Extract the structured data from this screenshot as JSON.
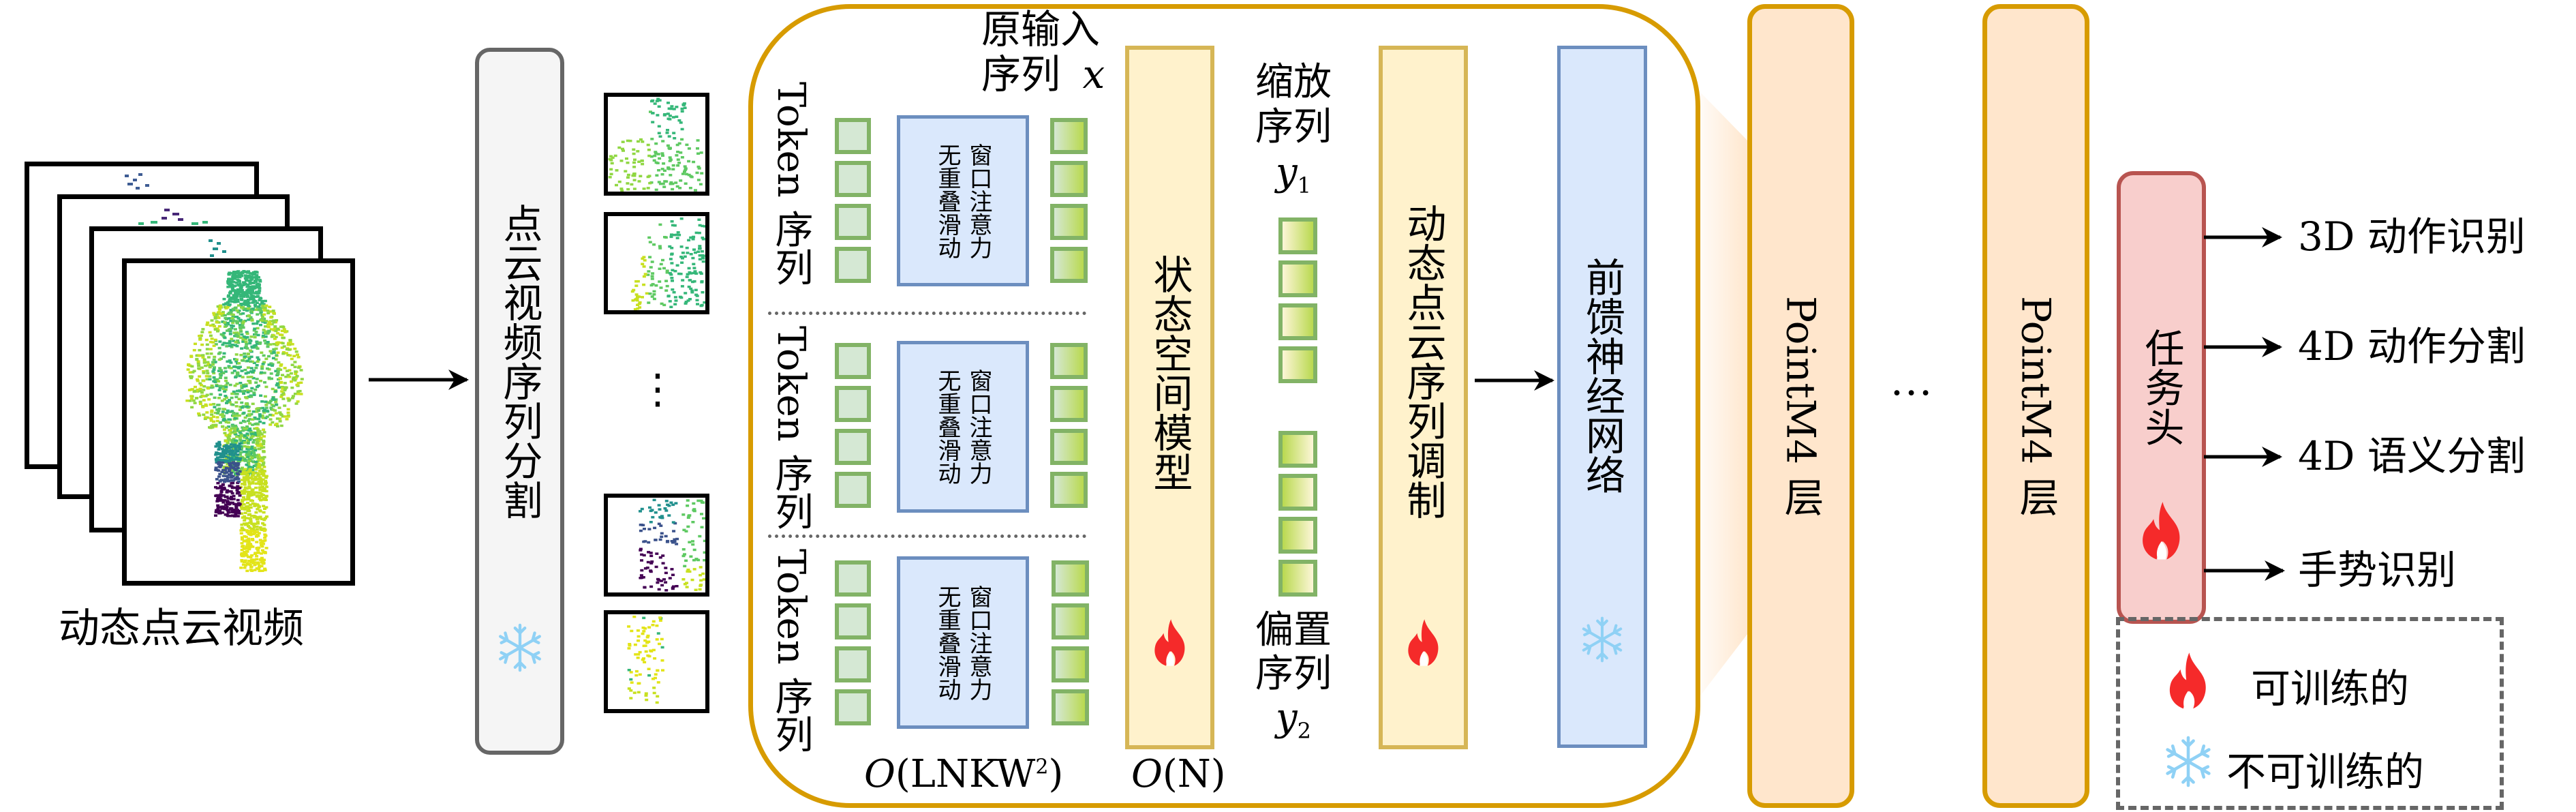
{
  "input": {
    "label": "动态点云视频"
  },
  "split": {
    "label": "点云视频序列分割",
    "status_icon": "snowflake-icon"
  },
  "patches": {
    "ellipsis": "⋮"
  },
  "block": {
    "token_rows": [
      {
        "label": "Token 序列",
        "attention": "无重叠滑动窗口注意力",
        "attention_lines": [
          "无重叠滑动",
          "窗口注意力"
        ]
      },
      {
        "label": "Token 序列",
        "attention": "无重叠滑动窗口注意力",
        "attention_lines": [
          "无重叠滑动",
          "窗口注意力"
        ]
      },
      {
        "label": "Token 序列",
        "attention": "无重叠滑动窗口注意力",
        "attention_lines": [
          "无重叠滑动",
          "窗口注意力"
        ]
      }
    ],
    "input_seq_label": [
      "原输入",
      "序列"
    ],
    "input_seq_var": "x",
    "attention_complexity": {
      "prefix": "O",
      "body": "(LNKW",
      "sup": "2",
      "suffix": ")"
    },
    "ssm": {
      "label": "状态空间模型",
      "status_icon": "fire-icon"
    },
    "ssm_complexity": {
      "prefix": "O",
      "body": "(N)"
    },
    "scale_seq": {
      "label": [
        "缩放",
        "序列"
      ],
      "var": "y",
      "sub": "1"
    },
    "bias_seq": {
      "label": [
        "偏置",
        "序列"
      ],
      "var": "y",
      "sub": "2"
    },
    "modulation": {
      "label": "动态点云序列调制",
      "status_icon": "fire-icon"
    },
    "ffn": {
      "label": "前馈神经网络",
      "status_icon": "snowflake-icon"
    }
  },
  "layers": [
    {
      "label": "PointM4 层"
    },
    {
      "label": "PointM4 层"
    }
  ],
  "layers_ellipsis": "···",
  "task_head": {
    "label": "任务头",
    "status_icon": "fire-icon",
    "outputs": [
      "3D 动作识别",
      "4D 动作分割",
      "4D 语义分割",
      "手势识别"
    ]
  },
  "legend": {
    "items": [
      {
        "icon": "fire-icon",
        "label": "可训练的"
      },
      {
        "icon": "snowflake-icon",
        "label": "不可训练的"
      }
    ]
  },
  "colors": {
    "container_border": "#d79b00",
    "layer_fill": "#ffe6cc",
    "ssm_fill": "#fff2cc",
    "ssm_border": "#d6b656",
    "attention_fill": "#dae8fc",
    "attention_border": "#6c8ebf",
    "token_border": "#82b366",
    "token_fill": "#d5e8d4",
    "task_head_fill": "#f8cecc",
    "task_head_border": "#b85450",
    "fire": "#f52a2a",
    "snowflake": "#8fd1f5",
    "split_fill": "#f5f5f5",
    "split_border": "#666666"
  }
}
